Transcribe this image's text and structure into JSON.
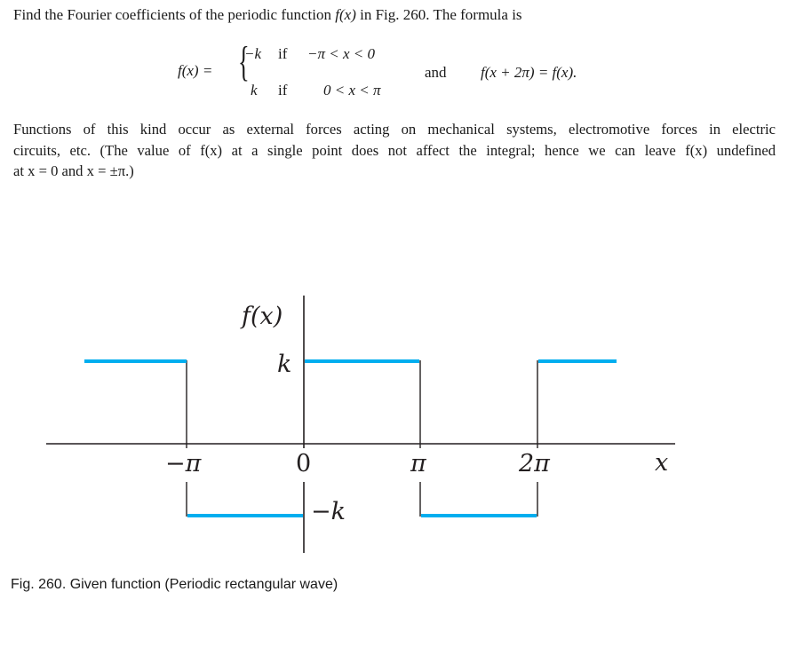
{
  "problem": {
    "intro_prefix": "Find the Fourier coefficients of the periodic function ",
    "intro_func": "f(x)",
    "intro_suffix": " in Fig. 260. The formula is",
    "formula": {
      "lhs": "f(x) =",
      "cases": [
        {
          "value": "−k",
          "cond_word": "if",
          "condition": "−π < x < 0"
        },
        {
          "value": "k",
          "cond_word": "if",
          "condition": "0 < x < π"
        }
      ],
      "connector": "and",
      "periodicity": "f(x + 2π) = f(x)."
    },
    "paragraph_lines": [
      "Functions of this kind occur as external forces acting on mechanical systems, electromotive forces in electric",
      "circuits, etc. (The value of f(x) at a single point does not affect the integral; hence we can leave f(x) undefined",
      "at x = 0 and x = ±π.)"
    ]
  },
  "figure": {
    "caption": "Fig. 260. Given function (Periodic rectangular wave)",
    "y_axis_label": "f(x)",
    "x_axis_label": "x",
    "level_labels": {
      "top": "k",
      "bottom": "−k"
    },
    "tick_labels": [
      "−π",
      "0",
      "π",
      "2π"
    ],
    "line_color": "#00aeef",
    "axis_color": "#231f20"
  },
  "chart_data": {
    "type": "line",
    "title": "Fig. 260. Given function (Periodic rectangular wave)",
    "xlabel": "x",
    "ylabel": "f(x)",
    "x_ticks": [
      "−π",
      "0",
      "π",
      "2π"
    ],
    "y_ticks": [
      "k",
      "−k"
    ],
    "grid": false,
    "series": [
      {
        "name": "f(x)",
        "segments": [
          {
            "x": [
              "-4.15",
              "−π"
            ],
            "y": "k"
          },
          {
            "x": [
              "−π",
              "0"
            ],
            "y": "−k"
          },
          {
            "x": [
              "0",
              "π"
            ],
            "y": "k"
          },
          {
            "x": [
              "π",
              "2π"
            ],
            "y": "−k"
          },
          {
            "x": [
              "2π",
              "2π+2.1"
            ],
            "y": "k"
          }
        ]
      }
    ]
  }
}
